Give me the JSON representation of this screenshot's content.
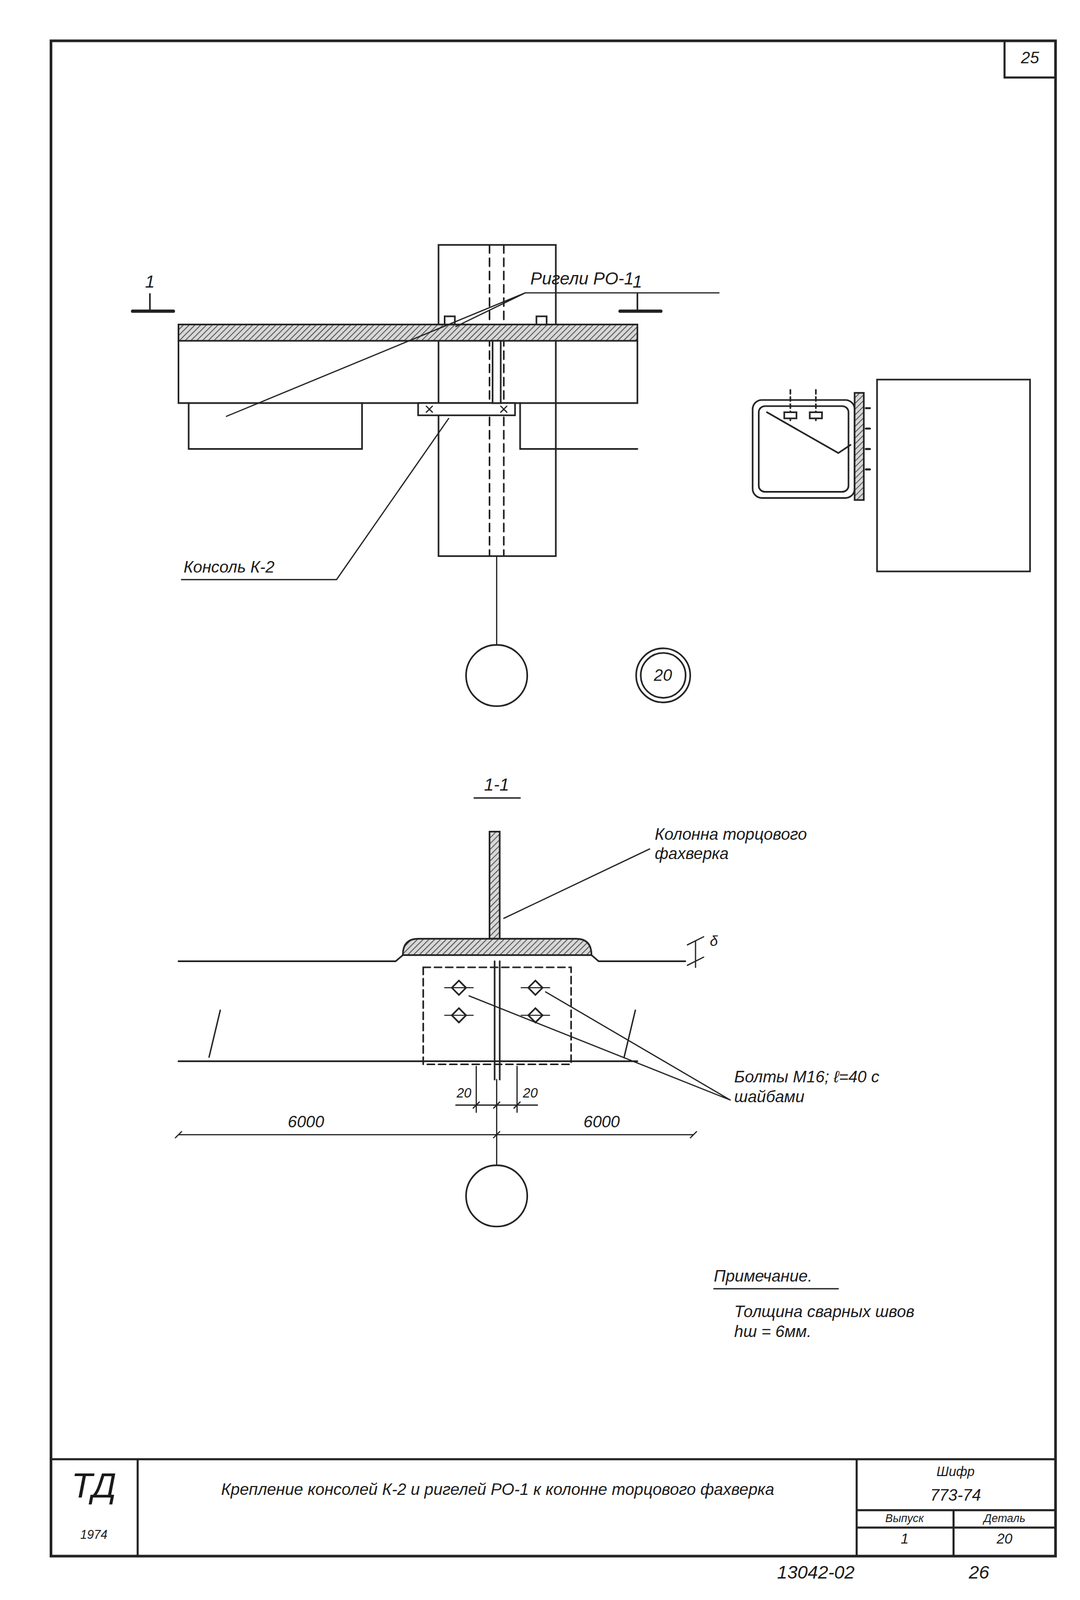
{
  "diagram": {
    "nodes": [
      {
        "text": [
          "20"
        ]
      }
    ],
    "labels": [
      "25",
      "Ригели РО-1",
      "1",
      "1",
      "Консоль К-2",
      "1-1",
      "Колонна торцового фахверка",
      "δ",
      "Болты М16; ℓ=40 с шайбами",
      "20",
      "20",
      "6000",
      "6000",
      "Примечание.",
      "Толщина сварных швов hш = 6мм.",
      "ТД",
      "1974",
      "Крепление консолей К-2 и ригелей РО-1 к колонне торцового фахверка",
      "Шифр",
      "773-74",
      "Выпуск",
      "Деталь",
      "1",
      "20",
      "13042-02",
      "26"
    ]
  }
}
